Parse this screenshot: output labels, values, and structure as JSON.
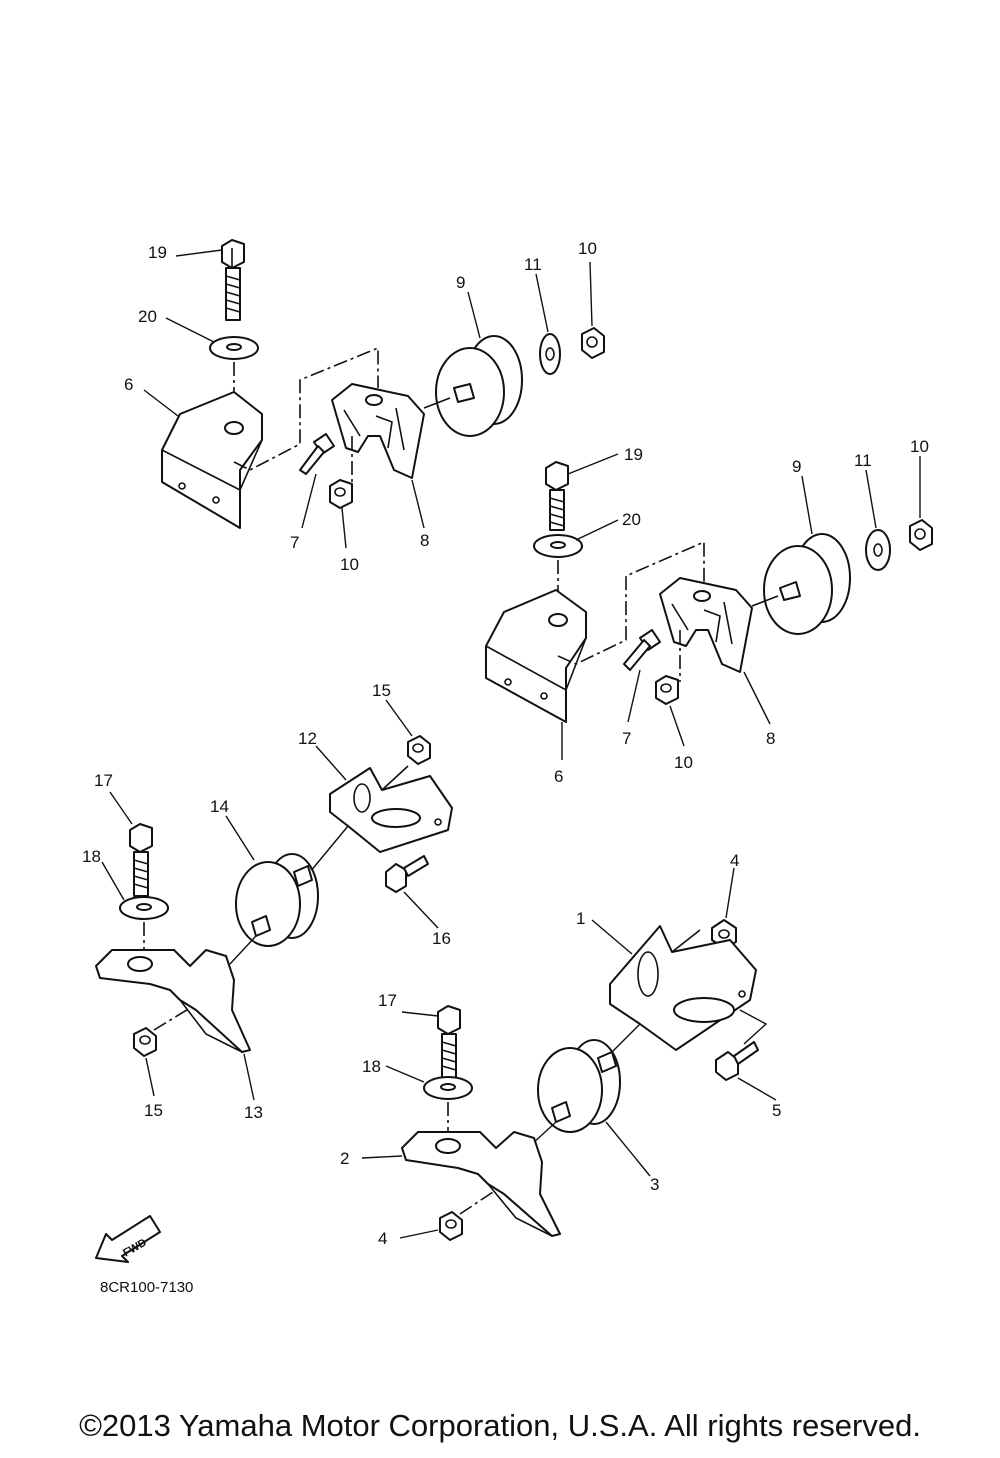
{
  "labels": {
    "l1": "1",
    "l2": "2",
    "l3": "3",
    "l4a": "4",
    "l4b": "4",
    "l5": "5",
    "l6a": "6",
    "l6b": "6",
    "l7a": "7",
    "l7b": "7",
    "l8a": "8",
    "l8b": "8",
    "l9a": "9",
    "l9b": "9",
    "l10a": "10",
    "l10b": "10",
    "l10c": "10",
    "l10d": "10",
    "l11a": "11",
    "l11b": "11",
    "l12": "12",
    "l13": "13",
    "l14": "14",
    "l15a": "15",
    "l15b": "15",
    "l16": "16",
    "l17a": "17",
    "l17b": "17",
    "l18a": "18",
    "l18b": "18",
    "l19a": "19",
    "l19b": "19",
    "l20a": "20",
    "l20b": "20"
  },
  "fwd_arrow": "FWD",
  "diagram_code": "8CR100-7130",
  "copyright": "©2013 Yamaha Motor Corporation, U.S.A. All rights reserved."
}
